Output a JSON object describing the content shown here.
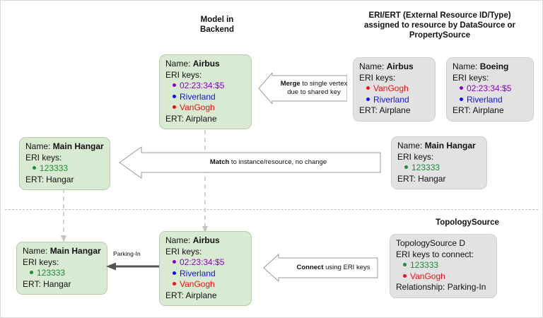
{
  "headers": {
    "model_backend": "Model in\nBackend",
    "eri_ert": "ERI/ERT (External Resource ID/Type)\nassigned to resource by DataSource or\nPropertySource",
    "topology_source": "TopologySource"
  },
  "labels": {
    "name_prefix": "Name: ",
    "eri_keys": "ERI keys:",
    "eri_keys_connect": "ERI keys to connect:",
    "ert_airplane": "ERT: Airplane",
    "ert_hangar": "ERT: Hangar"
  },
  "nodes": {
    "merged_airbus": {
      "name": "Airbus",
      "keys_label": "ERI keys:",
      "keys": [
        {
          "text": "02:23:34:$5",
          "color": "purple"
        },
        {
          "text": "Riverland",
          "color": "blue"
        },
        {
          "text": "VanGogh",
          "color": "red"
        }
      ],
      "ert": "ERT: Airplane"
    },
    "src_airbus": {
      "name": "Airbus",
      "keys_label": "ERI keys:",
      "keys": [
        {
          "text": "VanGogh",
          "color": "red"
        },
        {
          "text": "Riverland",
          "color": "blue"
        }
      ],
      "ert": "ERT: Airplane"
    },
    "src_boeing": {
      "name": "Boeing",
      "keys_label": "ERI keys:",
      "keys": [
        {
          "text": "02:23:34:$5",
          "color": "purple"
        },
        {
          "text": "Riverland",
          "color": "blue"
        }
      ],
      "ert": "ERT: Airplane"
    },
    "model_hangar": {
      "name": "Main Hangar",
      "keys_label": "ERI keys:",
      "keys": [
        {
          "text": "123333",
          "color": "green"
        }
      ],
      "ert": "ERT: Hangar"
    },
    "src_hangar": {
      "name": "Main Hangar",
      "keys_label": "ERI keys:",
      "keys": [
        {
          "text": "123333",
          "color": "green"
        }
      ],
      "ert": "ERT: Hangar"
    },
    "bottom_hangar": {
      "name": "Main Hangar",
      "keys_label": "ERI keys:",
      "keys": [
        {
          "text": "123333",
          "color": "green"
        }
      ],
      "ert": "ERT: Hangar"
    },
    "bottom_airbus": {
      "name": "Airbus",
      "keys_label": "ERI keys:",
      "keys": [
        {
          "text": "02:23:34:$5",
          "color": "purple"
        },
        {
          "text": "Riverland",
          "color": "blue"
        },
        {
          "text": "VanGogh",
          "color": "red"
        }
      ],
      "ert": "ERT: Airplane"
    },
    "topology_d": {
      "title": "TopologySource D",
      "keys_label": "ERI keys to connect:",
      "keys": [
        {
          "text": "123333",
          "color": "green"
        },
        {
          "text": "VanGogh",
          "color": "red"
        }
      ],
      "relationship": "Relationship: Parking-In"
    }
  },
  "banners": {
    "merge": {
      "bold": "Merge",
      "rest": " to single vertex",
      "line2": "due to shared key"
    },
    "match": {
      "bold": "Match",
      "rest": " to instance/resource, no change"
    },
    "connect": {
      "bold": "Connect",
      "rest": " using ERI keys"
    }
  },
  "edges": {
    "parking_in": "Parking-In"
  },
  "colors": {
    "green_fill": "#d9ead3",
    "green_stroke": "#b7cda9",
    "gray_fill": "#e2e2e2",
    "gray_stroke": "#cfcfcf",
    "key_purple": "#8a00c2",
    "key_blue": "#1111ee",
    "key_red": "#ee1111",
    "key_green": "#1e8b3b",
    "arrow_gray": "#c4c4c4",
    "arrow_dark": "#555555"
  }
}
